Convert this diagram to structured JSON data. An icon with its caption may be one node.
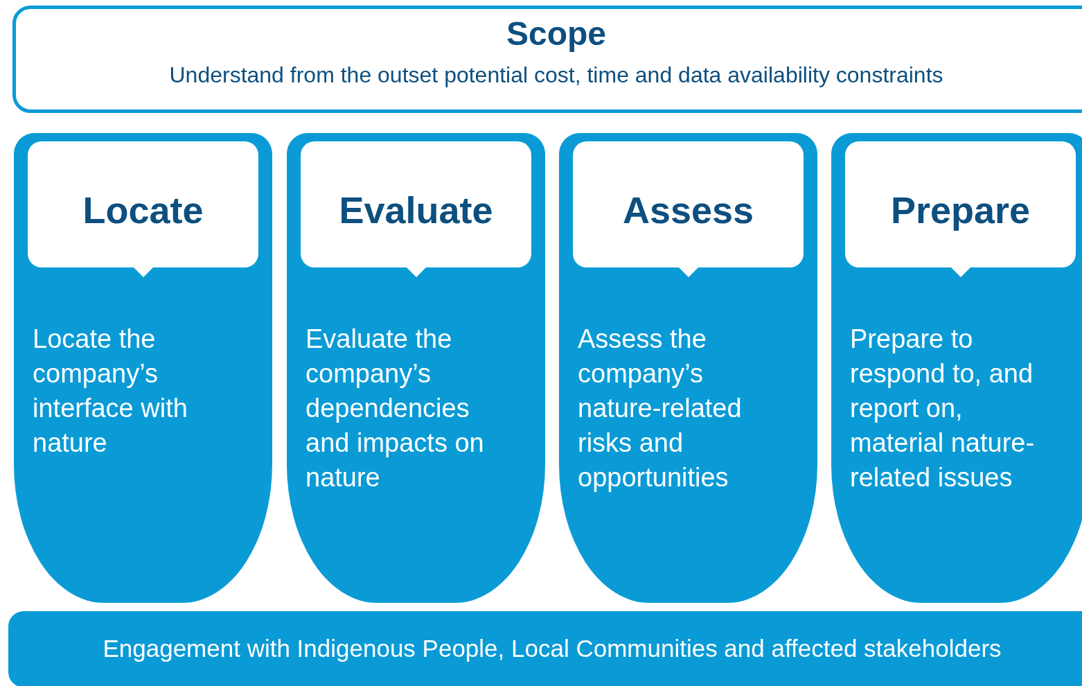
{
  "diagram": {
    "nodes": [
      {
        "text": [
          "Scope",
          "Understand from the outset potential cost, time and data availability constraints"
        ]
      },
      {
        "text": [
          "Locate the company’s interface with nature"
        ]
      },
      {
        "text": [
          "Locate"
        ],
        "in": 1
      },
      {
        "text": [
          "Evaluate the company’s dependencies and impacts on nature"
        ]
      },
      {
        "text": [
          "Evaluate"
        ],
        "in": 3
      },
      {
        "text": [
          "Assess the company’s nature-related risks and opportunities"
        ]
      },
      {
        "text": [
          "Assess"
        ],
        "in": 5
      },
      {
        "text": [
          "Prepare to respond to, and report on, material nature-related issues"
        ]
      },
      {
        "text": [
          "Prepare"
        ],
        "in": 7
      },
      {
        "text": [
          "Engagement with Indigenous People, Local Communities and affected stakeholders"
        ]
      }
    ],
    "edges": []
  }
}
